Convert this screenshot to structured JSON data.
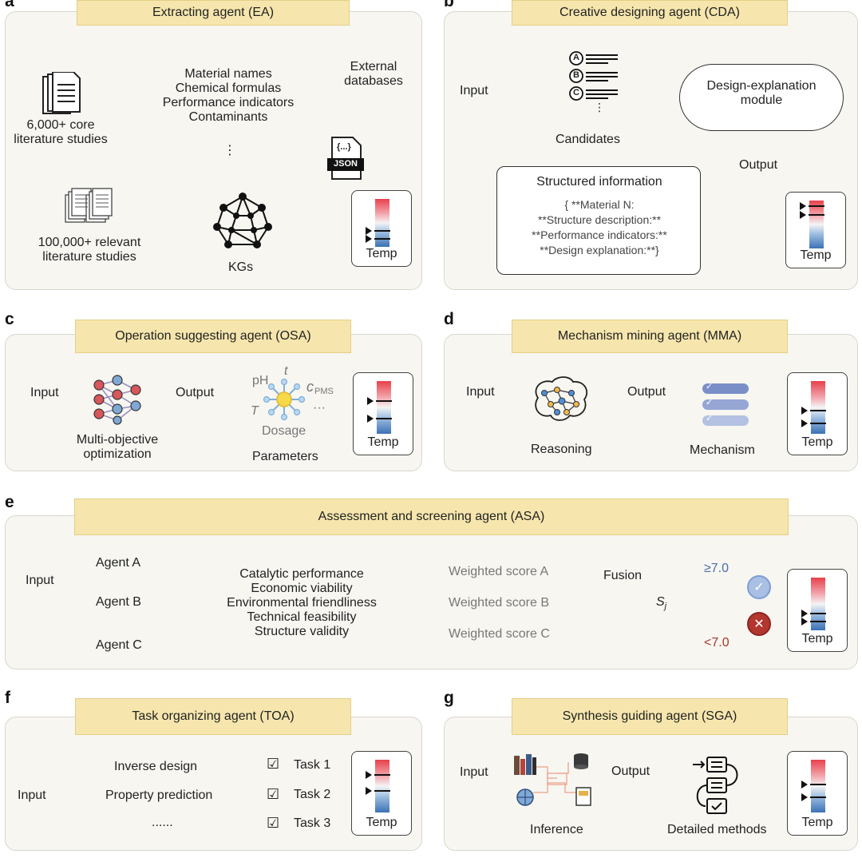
{
  "panels": {
    "a": {
      "label": "a",
      "title": "Extracting agent (EA)",
      "core_lit": "6,000+ core literature studies",
      "fields": [
        "Material names",
        "Chemical formulas",
        "Performance indicators",
        "Contaminants"
      ],
      "ellipsis": "⋮",
      "external": "External databases",
      "json": "JSON",
      "json_brace": "{...}",
      "relevant_lit": "100,000+ relevant literature studies",
      "kgs": "KGs",
      "temp": "Temp"
    },
    "b": {
      "label": "b",
      "title": "Creative designing agent (CDA)",
      "input": "Input",
      "candidates": "Candidates",
      "cand_letters": [
        "A",
        "B",
        "C"
      ],
      "ellipsis": "⋮",
      "module": "Design-explanation module",
      "output": "Output",
      "structured_title": "Structured information",
      "structured_lines": [
        "{          **Material N:",
        "**Structure description:**",
        "**Performance indicators:**",
        "**Design explanation:**}"
      ],
      "temp": "Temp"
    },
    "c": {
      "label": "c",
      "title": "Operation suggesting agent (OSA)",
      "input": "Input",
      "output": "Output",
      "optimization": "Multi-objective optimization",
      "params": {
        "ph": "pH",
        "t_lower": "t",
        "c": "c",
        "pms": "PMS",
        "T": "T",
        "dots": "···",
        "dosage": "Dosage"
      },
      "parameters": "Parameters",
      "temp": "Temp"
    },
    "d": {
      "label": "d",
      "title": "Mechanism mining agent (MMA)",
      "input": "Input",
      "output": "Output",
      "reasoning": "Reasoning",
      "mechanism": "Mechanism",
      "temp": "Temp"
    },
    "e": {
      "label": "e",
      "title": "Assessment and screening agent (ASA)",
      "input": "Input",
      "agents": [
        "Agent A",
        "Agent B",
        "Agent C"
      ],
      "criteria": [
        "Catalytic performance",
        "Economic viability",
        "Environmental friendliness",
        "Technical feasibility",
        "Structure validity"
      ],
      "scores": [
        "Weighted score A",
        "Weighted score B",
        "Weighted score C"
      ],
      "fusion": "Fusion",
      "s": "S",
      "s_sub": "j",
      "high": "≥7.0",
      "low": "<7.0",
      "temp": "Temp"
    },
    "f": {
      "label": "f",
      "title": "Task organizing agent (TOA)",
      "input": "Input",
      "branches": [
        "Inverse design",
        "Property prediction",
        "......"
      ],
      "tasks": [
        "Task 1",
        "Task 2",
        "Task 3"
      ],
      "temp": "Temp"
    },
    "g": {
      "label": "g",
      "title": "Synthesis guiding agent (SGA)",
      "input": "Input",
      "output": "Output",
      "inference": "Inference",
      "methods": "Detailed methods",
      "temp": "Temp"
    }
  },
  "colors": {
    "panel_bg": "#f7f6f1",
    "title_bg": "#f6e6ad",
    "temp_red": "#e8404b",
    "temp_blue": "#3c72b5",
    "accept": "#6f8fc9",
    "reject": "#b3372f"
  }
}
